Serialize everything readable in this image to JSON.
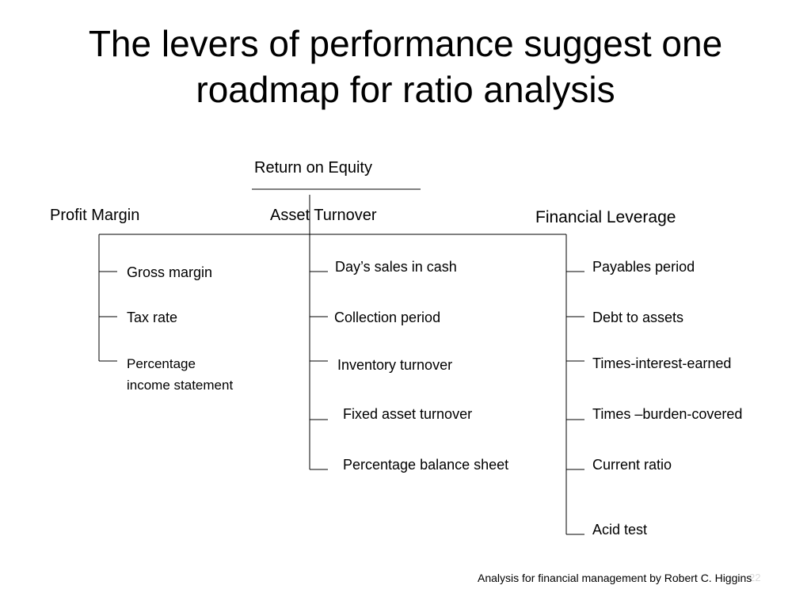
{
  "slide": {
    "title_line1": "The levers of performance suggest one",
    "title_line2": "roadmap for ratio analysis",
    "footer": "Analysis for financial management by Robert C. Higgins",
    "page_number": "22"
  },
  "tree": {
    "root": "Return on Equity",
    "branches": [
      {
        "label": "Profit Margin",
        "items": [
          "Gross margin",
          "Tax rate",
          "Percentage income statement"
        ]
      },
      {
        "label": "Asset Turnover",
        "items": [
          "Day’s sales in cash",
          "Collection period",
          "Inventory turnover",
          "Fixed asset turnover",
          "Percentage balance sheet"
        ]
      },
      {
        "label": "Financial Leverage",
        "items": [
          "Payables period",
          "Debt to assets",
          "Times-interest-earned",
          "Times –burden-covered",
          "Current ratio",
          "Acid test"
        ]
      }
    ]
  },
  "text_parts": {
    "percentage_income_line1": "Percentage",
    "percentage_income_line2": "income statement"
  }
}
